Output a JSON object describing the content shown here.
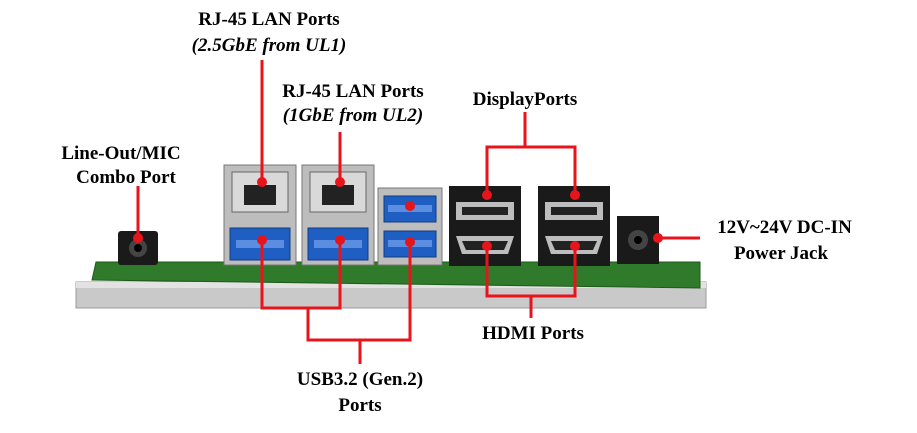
{
  "labels": {
    "lan25_title": "RJ-45 LAN Ports",
    "lan25_sub": "(2.5GbE from UL1)",
    "lan1_title": "RJ-45 LAN Ports",
    "lan1_sub": "(1GbE from UL2)",
    "displayports": "DisplayPorts",
    "lineout_1": "Line-Out/MIC",
    "lineout_2": "Combo Port",
    "dcin_1": "12V~24V DC-IN",
    "dcin_2": "Power Jack",
    "hdmi": "HDMI Ports",
    "usb_1": "USB3.2 (Gen.2)",
    "usb_2": "Ports"
  },
  "colors": {
    "callout": "#e8141b",
    "pcb": "#2f7a2b",
    "chassis": "#c8c8c8",
    "port_metal": "#bdbdbd",
    "usb_blue": "#1f5fc4",
    "connector_black": "#1a1a1a"
  }
}
